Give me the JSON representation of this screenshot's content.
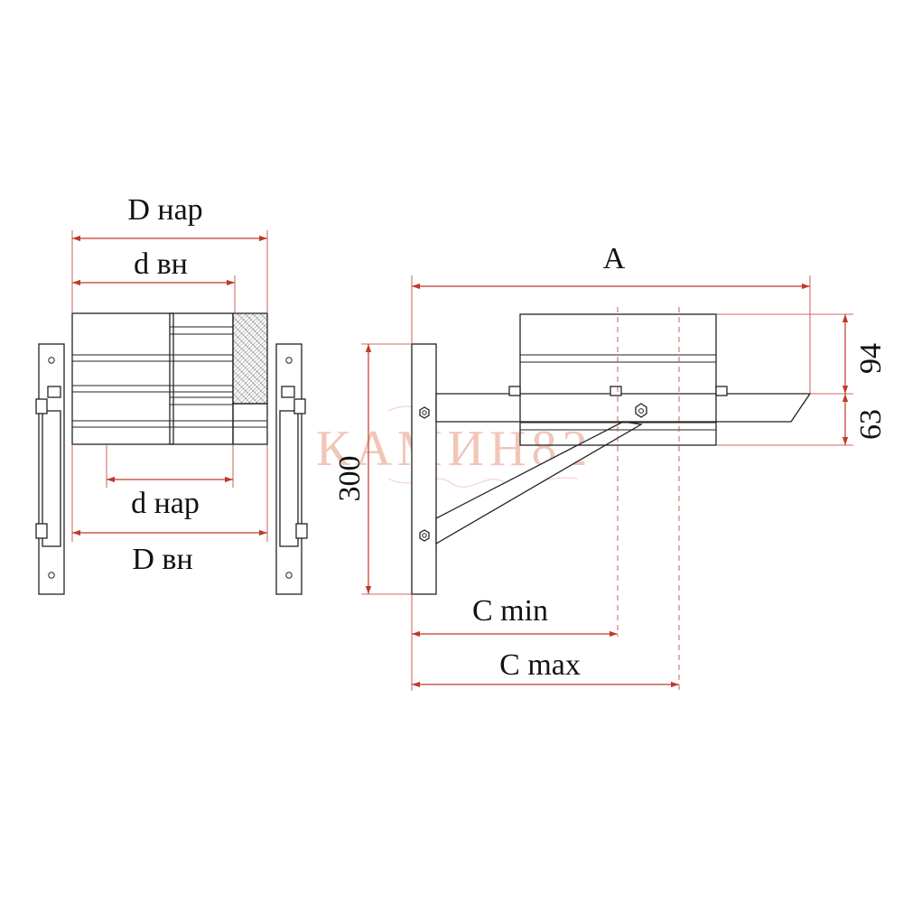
{
  "watermark": {
    "text": "КАМИН82"
  },
  "labels": {
    "d_outer": "D нар",
    "d_inner_top": "d вн",
    "d_outer_small": "d нар",
    "d_inner_big": "D вн",
    "a": "A",
    "height_300": "300",
    "dim_94": "94",
    "dim_63": "63",
    "c_min": "C min",
    "c_max": "C max"
  },
  "colors": {
    "line": "#222222",
    "dimension": "#c0392b",
    "watermark": "#f1c6b8"
  }
}
